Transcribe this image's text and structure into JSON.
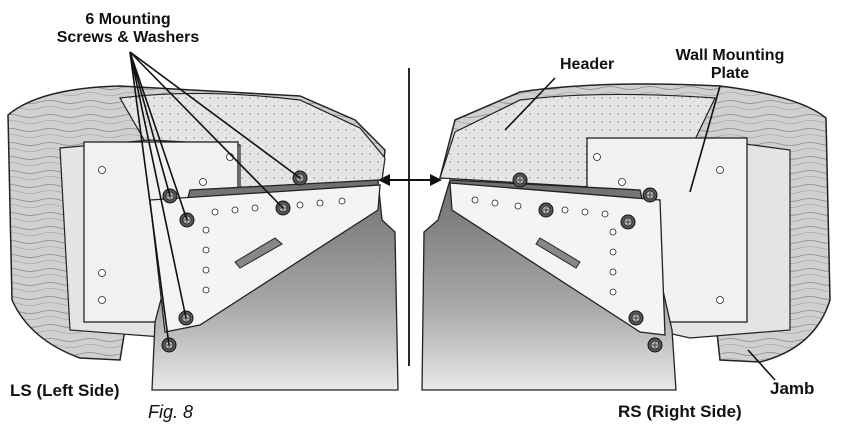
{
  "labels": {
    "screws_line1": "6 Mounting",
    "screws_line2": "Screws & Washers",
    "header": "Header",
    "wall_plate_line1": "Wall Mounting",
    "wall_plate_line2": "Plate",
    "left_side": "LS (Left Side)",
    "right_side": "RS (Right Side)",
    "jamb": "Jamb",
    "figure": "Fig. 8"
  },
  "colors": {
    "wood": "#d4d4d4",
    "concrete": "#e2e2e2",
    "plate": "#eeeeee",
    "door_panel": "#8e8e8e",
    "outline": "#222222"
  },
  "icons": [
    "screw-washer-icon",
    "double-arrow-icon"
  ]
}
